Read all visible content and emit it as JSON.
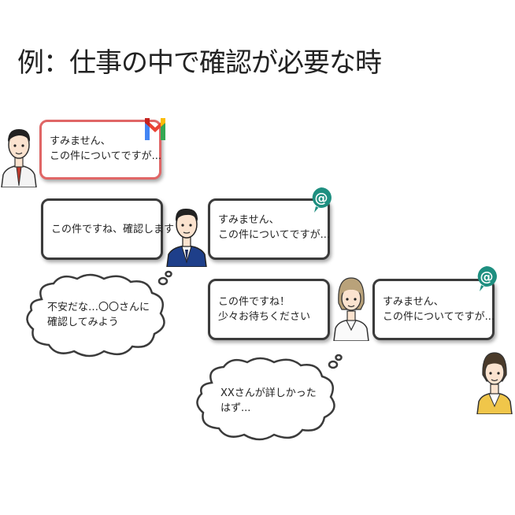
{
  "title": "例：仕事の中で確認が必要な時",
  "messages": {
    "m1": {
      "line1": "すみません、",
      "line2": "この件についてですが..."
    },
    "m2": {
      "line1": "この件ですね、確認します"
    },
    "m3": {
      "line1": "すみません、",
      "line2": "この件についてですが..."
    },
    "m4": {
      "line1": "この件ですね！",
      "line2": "少々お待ちください"
    },
    "m5": {
      "line1": "すみません、",
      "line2": "この件についてですが..."
    }
  },
  "thoughts": {
    "t1": {
      "line1": "不安だな…〇〇さんに",
      "line2": "確認してみよう"
    },
    "t2": {
      "line1": "XXさんが詳しかった",
      "line2": "はず..."
    }
  },
  "icons": {
    "gmail": "gmail-icon",
    "at1": "at-sign-icon",
    "at2": "at-sign-icon",
    "accent_red": "#e06666",
    "accent_teal": "#1e8f80"
  }
}
